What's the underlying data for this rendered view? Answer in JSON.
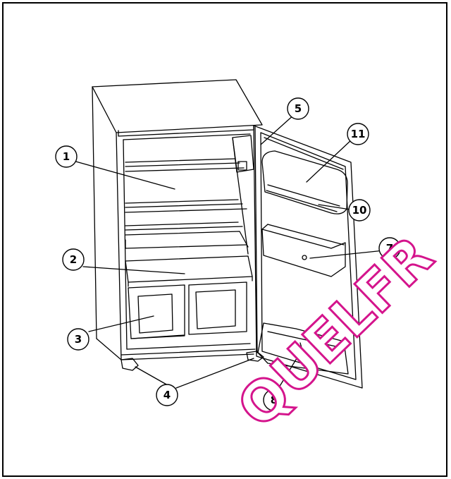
{
  "diagram": {
    "callouts": [
      {
        "label": "1"
      },
      {
        "label": "2"
      },
      {
        "label": "3"
      },
      {
        "label": "4"
      },
      {
        "label": "5"
      },
      {
        "label": "11"
      },
      {
        "label": "10"
      },
      {
        "label": "7"
      },
      {
        "label": "8"
      }
    ]
  },
  "watermark": {
    "text": "QUELFR",
    "color": "#d4148c"
  },
  "colors": {
    "line": "#000000",
    "background": "#ffffff"
  }
}
